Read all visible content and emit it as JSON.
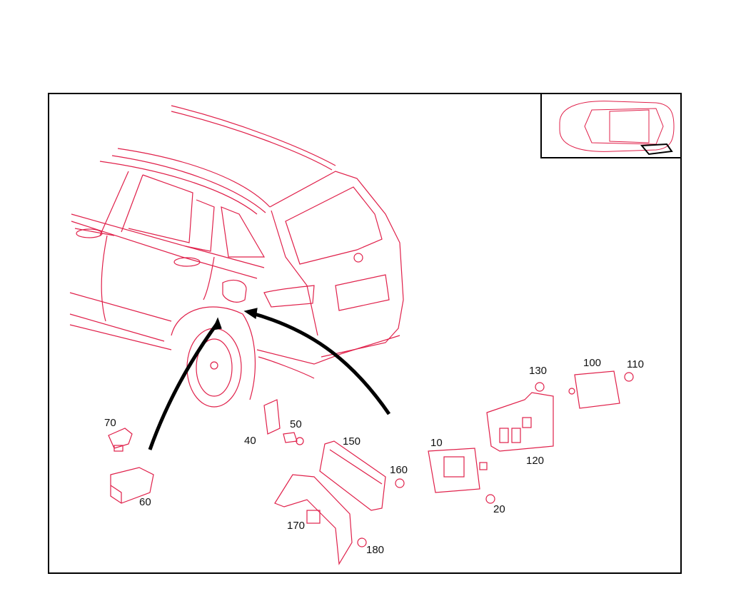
{
  "diagram": {
    "type": "exploded-parts-diagram",
    "colors": {
      "line": "#e0204a",
      "outline": "#000000",
      "background": "#ffffff"
    },
    "inset": {
      "description": "top view of vehicle, rear right area highlighted"
    },
    "parts": [
      {
        "id": "10",
        "label": "10"
      },
      {
        "id": "20",
        "label": "20"
      },
      {
        "id": "40",
        "label": "40"
      },
      {
        "id": "50",
        "label": "50"
      },
      {
        "id": "60",
        "label": "60"
      },
      {
        "id": "70",
        "label": "70"
      },
      {
        "id": "100",
        "label": "100"
      },
      {
        "id": "110",
        "label": "110"
      },
      {
        "id": "120",
        "label": "120"
      },
      {
        "id": "130",
        "label": "130"
      },
      {
        "id": "150",
        "label": "150"
      },
      {
        "id": "160",
        "label": "160"
      },
      {
        "id": "170",
        "label": "170"
      },
      {
        "id": "180",
        "label": "180"
      }
    ]
  }
}
